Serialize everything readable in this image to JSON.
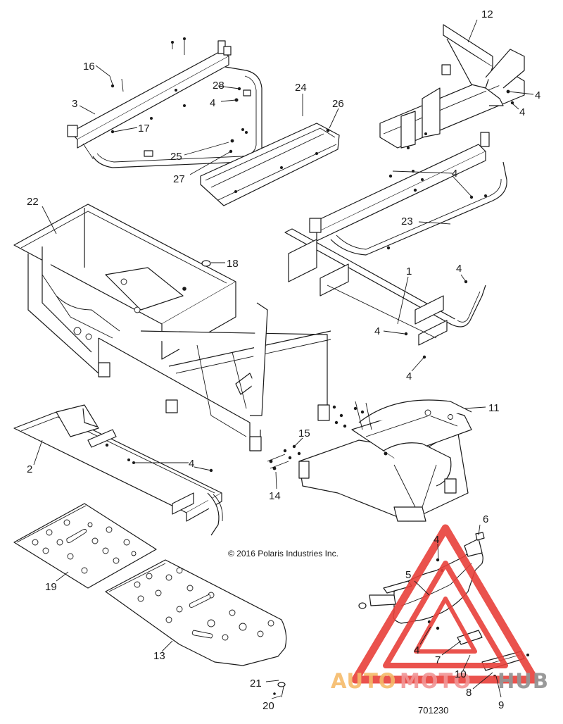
{
  "diagram": {
    "callouts": [
      "1",
      "2",
      "3",
      "4",
      "5",
      "6",
      "7",
      "8",
      "9",
      "10",
      "11",
      "12",
      "13",
      "14",
      "15",
      "16",
      "17",
      "18",
      "19",
      "20",
      "21",
      "22",
      "23",
      "24",
      "25",
      "26",
      "27",
      "28"
    ],
    "repeated_callout": "4",
    "copyright": "© 2016 Polaris Industries Inc.",
    "drawing_number": "701230"
  },
  "watermark": {
    "word_auto": "AUTO",
    "word_moto": "MOTO",
    "word_hub": "HUB",
    "triangle_color": "#e8403a",
    "auto_color": "#f4b35a",
    "moto_color": "#f08a8a",
    "hub_color": "#8a8a8a"
  }
}
